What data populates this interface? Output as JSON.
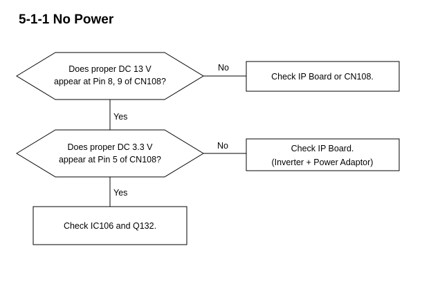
{
  "title": "5-1-1 No Power",
  "decisions": [
    {
      "line1": "Does proper DC 13 V",
      "line2": "appear at Pin 8, 9 of CN108?"
    },
    {
      "line1": "Does proper DC 3.3 V",
      "line2": "appear at Pin 5 of CN108?"
    }
  ],
  "actions": [
    {
      "line1": "Check IP Board or CN108.",
      "line2": ""
    },
    {
      "line1": "Check IP Board.",
      "line2": "(Inverter + Power Adaptor)"
    },
    {
      "line1": "Check IC106 and Q132.",
      "line2": ""
    }
  ],
  "labels": {
    "no1": "No",
    "yes1": "Yes",
    "no2": "No",
    "yes2": "Yes"
  },
  "colors": {
    "stroke": "#000000",
    "fill": "#ffffff",
    "text": "#000000"
  }
}
